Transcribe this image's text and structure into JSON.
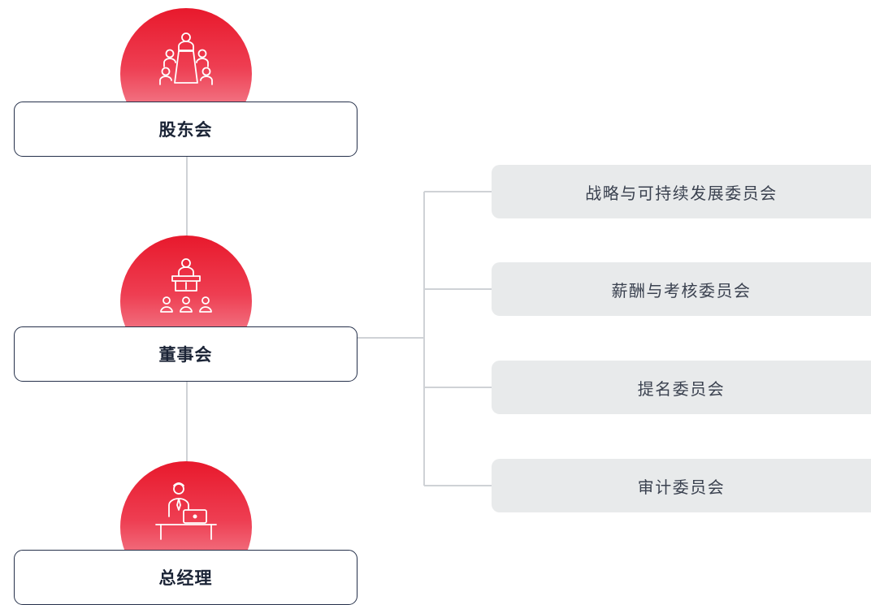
{
  "org": {
    "shareholders": {
      "label": "股东会",
      "icon": "meeting-table-icon"
    },
    "board": {
      "label": "董事会",
      "icon": "podium-speaker-icon"
    },
    "gm": {
      "label": "总经理",
      "icon": "manager-laptop-icon"
    }
  },
  "committees": [
    "战略与可持续发展委员会",
    "薪酬与考核委员会",
    "提名委员会",
    "审计委员会"
  ],
  "colors": {
    "accent_red": "#e8192c",
    "accent_pink": "#f5a5b0",
    "box_border": "#25304a",
    "committee_bg": "#e8eaeb",
    "connector": "#cfd2d6"
  }
}
